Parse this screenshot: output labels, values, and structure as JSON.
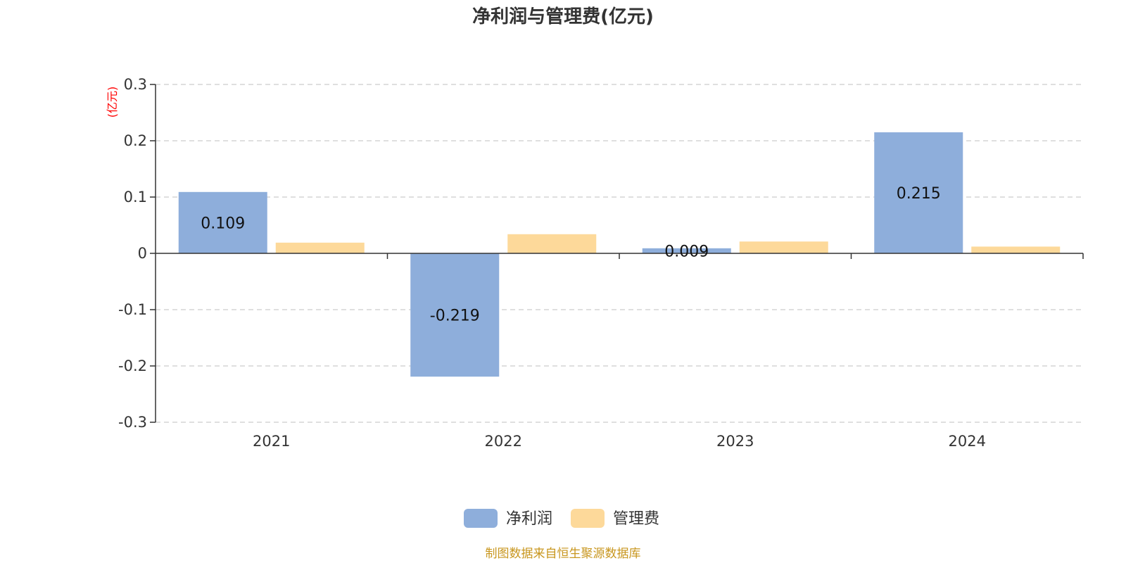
{
  "chart_data": {
    "type": "bar",
    "title": "净利润与管理费(亿元)",
    "ylabel": "(亿元)",
    "xlabel": "",
    "categories": [
      "2021",
      "2022",
      "2023",
      "2024"
    ],
    "ylim": [
      -0.3,
      0.3
    ],
    "yticks": [
      0.3,
      0.2,
      0.1,
      0,
      -0.1,
      -0.2,
      -0.3
    ],
    "ytick_labels": [
      "0.3",
      "0.2",
      "0.1",
      "0",
      "-0.1",
      "-0.2",
      "-0.3"
    ],
    "grid": true,
    "legend_position": "bottom-center",
    "series": [
      {
        "name": "净利润",
        "color": "#8eaedb",
        "values": [
          0.109,
          -0.219,
          0.009,
          0.215
        ],
        "labels": [
          "0.109",
          "-0.219",
          "0.009",
          "0.215"
        ]
      },
      {
        "name": "管理费",
        "color": "#fdd99a",
        "values": [
          0.019,
          0.034,
          0.021,
          0.012
        ]
      }
    ],
    "source": "制图数据来自恒生聚源数据库"
  }
}
